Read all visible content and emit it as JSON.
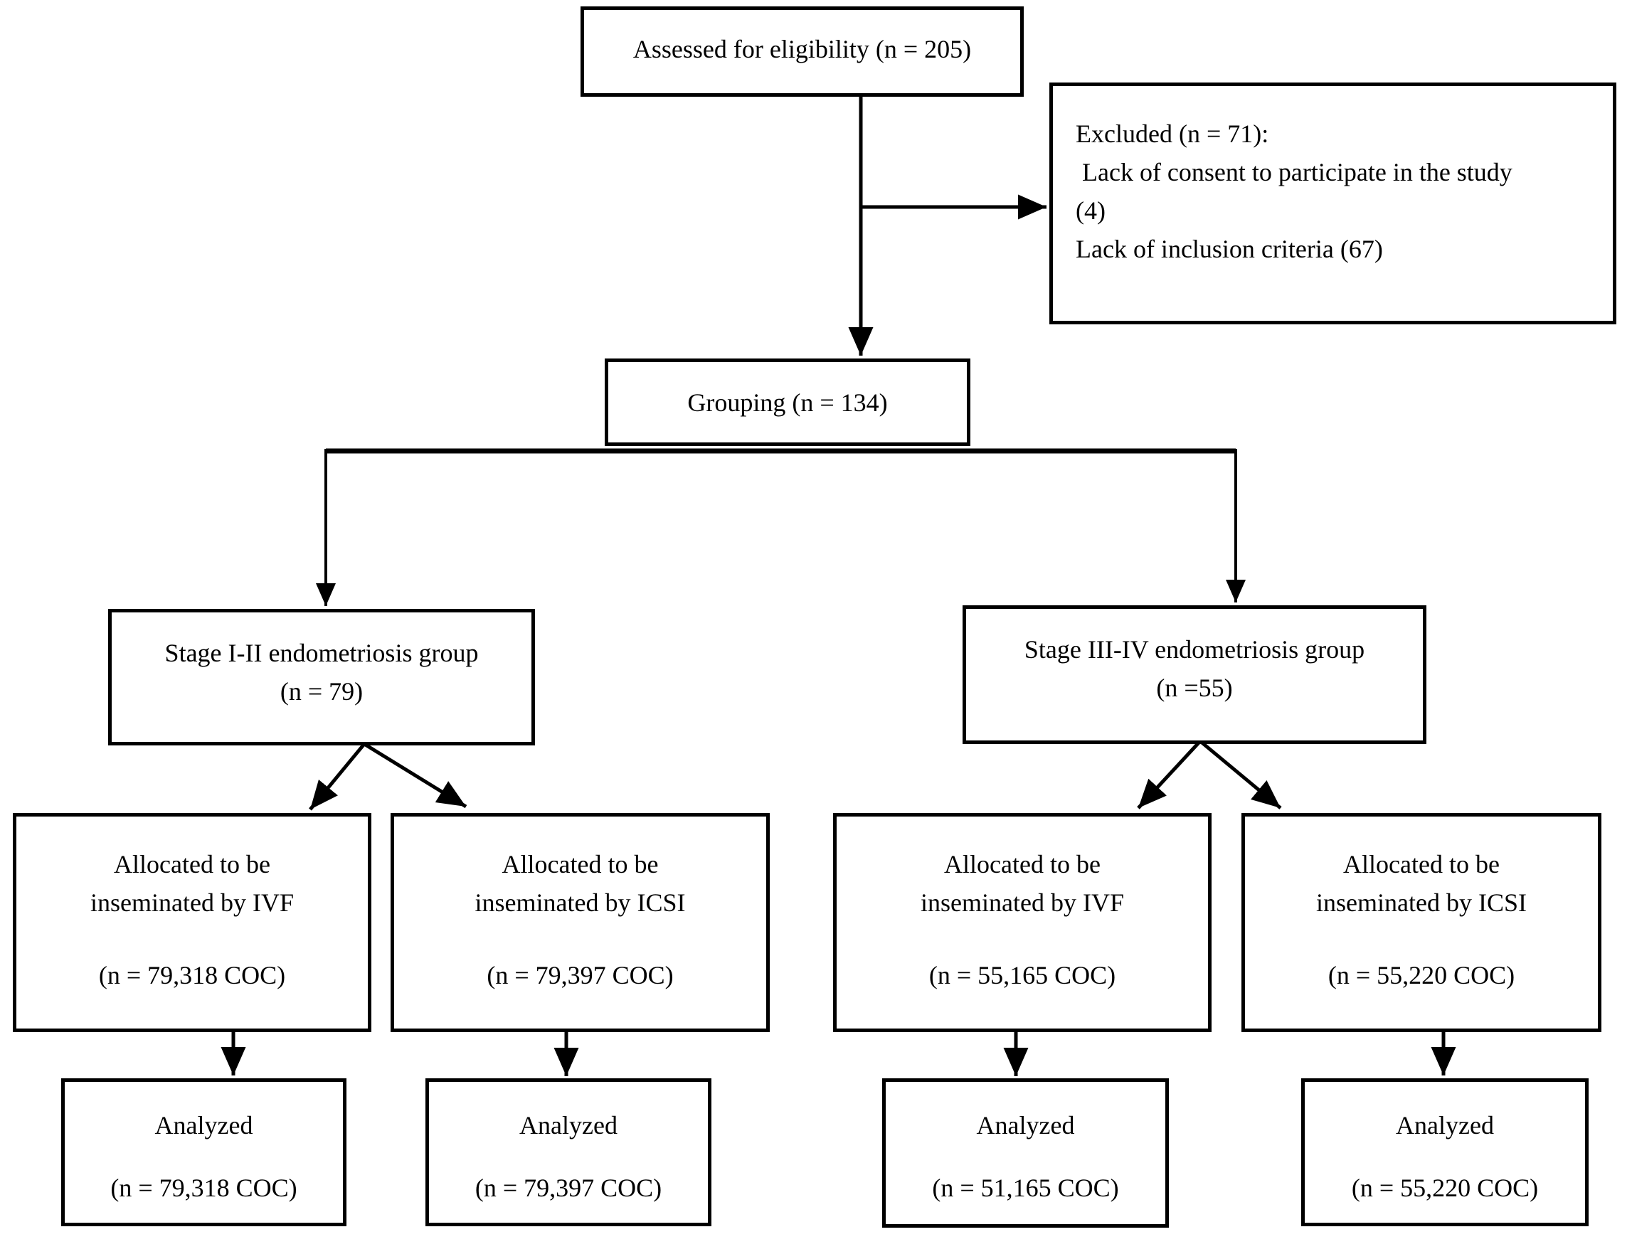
{
  "flowchart": {
    "background_color": "#ffffff",
    "line_color": "#000000",
    "text_color": "#000000",
    "assessed": {
      "label": "Assessed for eligibility (n = 205)"
    },
    "excluded": {
      "line1": "Excluded (n = 71):",
      "line2": " Lack of consent to participate in the study",
      "line3": "(4)",
      "line4": "Lack of inclusion criteria (67)"
    },
    "grouping": {
      "label": "Grouping (n = 134)"
    },
    "stage_1_2": {
      "title": "Stage I-II endometriosis group",
      "n": "(n = 79)"
    },
    "stage_3_4": {
      "title": "Stage III-IV endometriosis group",
      "n": "(n =55)"
    },
    "alloc_ivf_stage12": {
      "line1": "Allocated to be",
      "line2": "inseminated by IVF",
      "n": "(n = 79,318 COC)"
    },
    "alloc_icsi_stage12": {
      "line1": "Allocated to be",
      "line2": "inseminated by ICSI",
      "n": "(n = 79,397 COC)"
    },
    "alloc_ivf_stage34": {
      "line1": "Allocated to be",
      "line2": "inseminated by IVF",
      "n": "(n = 55,165 COC)"
    },
    "alloc_icsi_stage34": {
      "line1": "Allocated to be",
      "line2": "inseminated by ICSI",
      "n": "(n = 55,220 COC)"
    },
    "analyzed_ivf_stage12": {
      "title": "Analyzed",
      "n": "(n = 79,318 COC)"
    },
    "analyzed_icsi_stage12": {
      "title": "Analyzed",
      "n": "(n = 79,397 COC)"
    },
    "analyzed_ivf_stage34": {
      "title": "Analyzed",
      "n": "(n = 51,165 COC)"
    },
    "analyzed_icsi_stage34": {
      "title": "Analyzed",
      "n": "(n = 55,220 COC)"
    }
  }
}
